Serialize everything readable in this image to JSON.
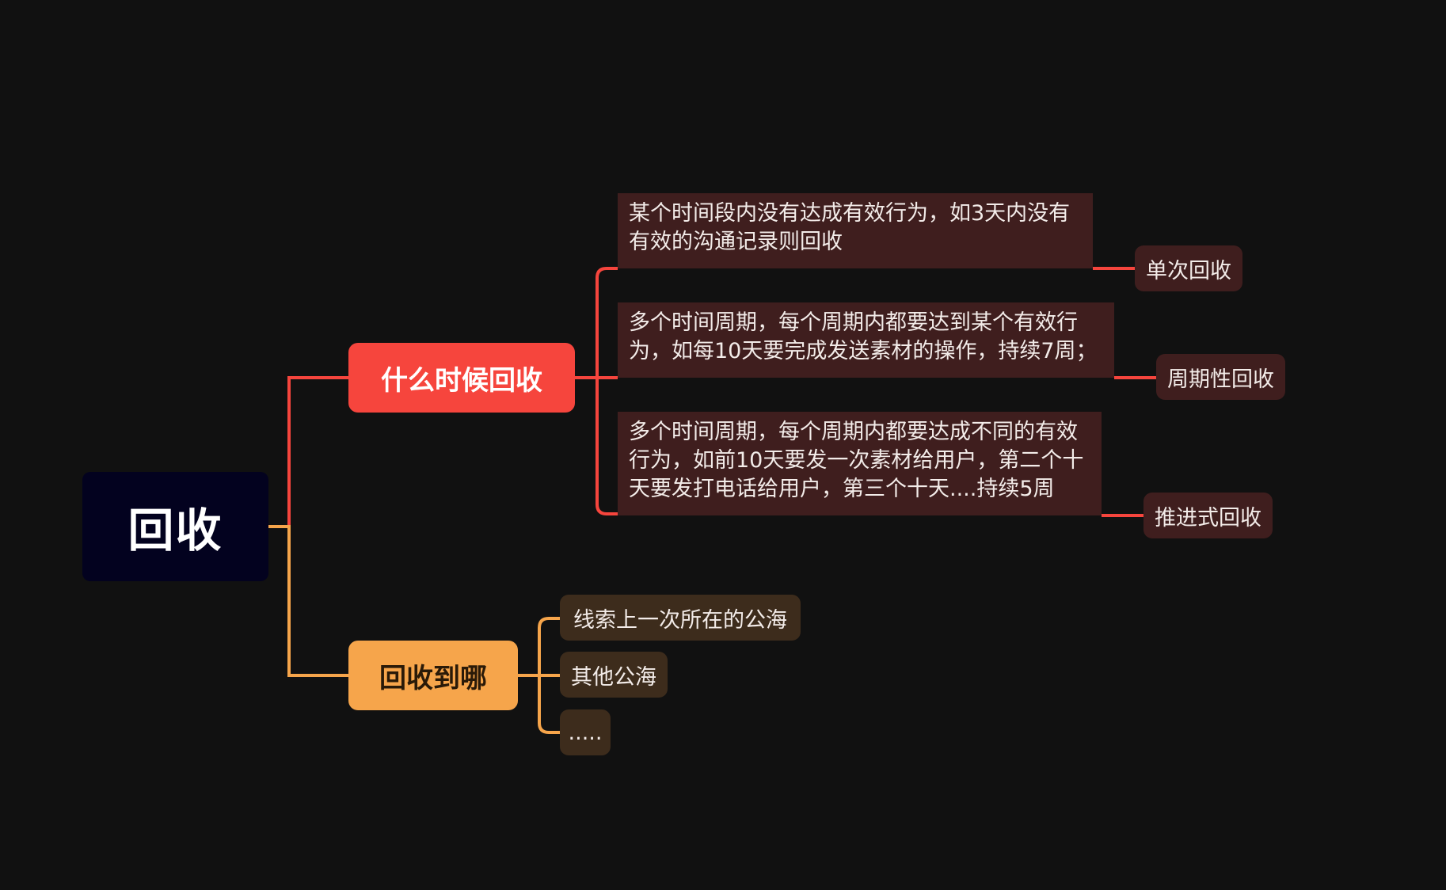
{
  "root": {
    "label": "回收"
  },
  "branches": [
    {
      "label": "什么时候回收",
      "color": "#f6453d",
      "items": [
        {
          "description": "某个时间段内没有达成有效行为，如3天内没有\n有效的沟通记录则回收",
          "label": "单次回收"
        },
        {
          "description": "多个时间周期，每个周期内都要达到某个有效行\n为，如每10天要完成发送素材的操作，持续7周；",
          "label": "周期性回收"
        },
        {
          "description": "多个时间周期，每个周期内都要达成不同的有效\n行为，如前10天要发一次素材给用户，第二个十\n天要发打电话给用户，第三个十天....持续5周",
          "label": "推进式回收"
        }
      ]
    },
    {
      "label": "回收到哪",
      "color": "#f6a54b",
      "items": [
        {
          "label": "线索上一次所在的公海"
        },
        {
          "label": "其他公海"
        },
        {
          "label": "....."
        }
      ]
    }
  ],
  "colors": {
    "background": "#111111",
    "root_fill": "#03021f",
    "red_branch": "#f6453d",
    "orange_branch": "#f6a54b",
    "red_item_fill": "#3f1e1e",
    "orange_item_fill": "#3d2c1c"
  }
}
